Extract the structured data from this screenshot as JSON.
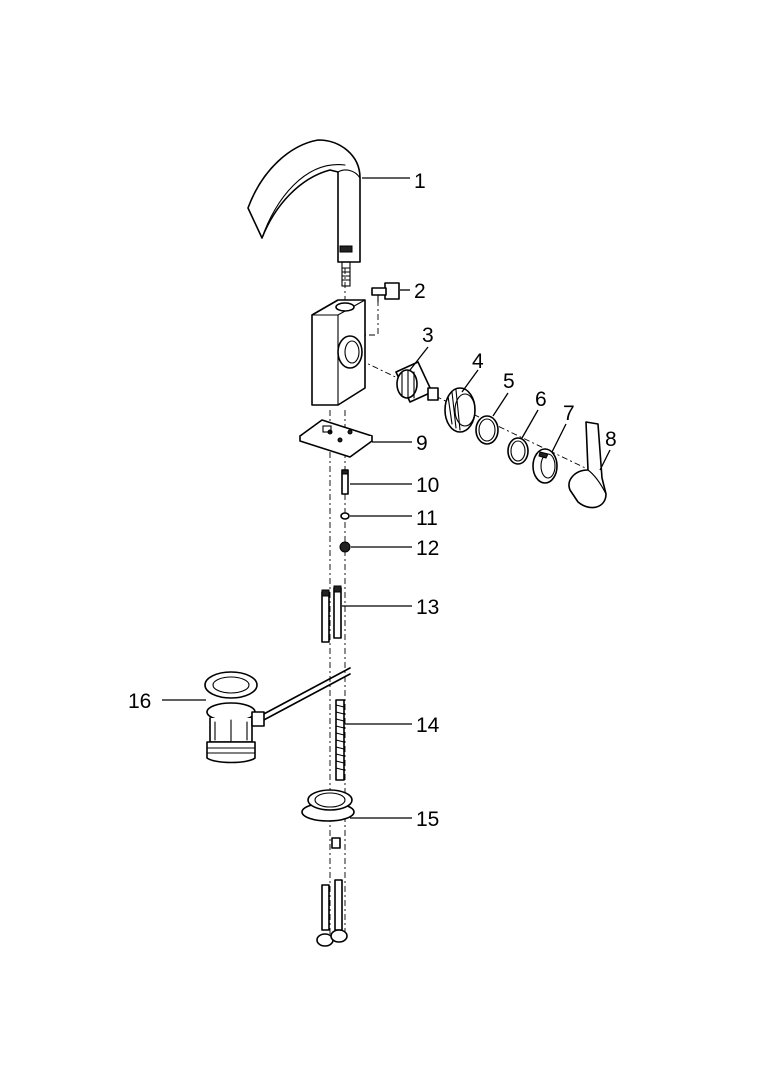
{
  "callouts": {
    "c1": "1",
    "c2": "2",
    "c3": "3",
    "c4": "4",
    "c5": "5",
    "c6": "6",
    "c7": "7",
    "c8": "8",
    "c9": "9",
    "c10": "10",
    "c11": "11",
    "c12": "12",
    "c13": "13",
    "c14": "14",
    "c15": "15",
    "c16": "16"
  }
}
